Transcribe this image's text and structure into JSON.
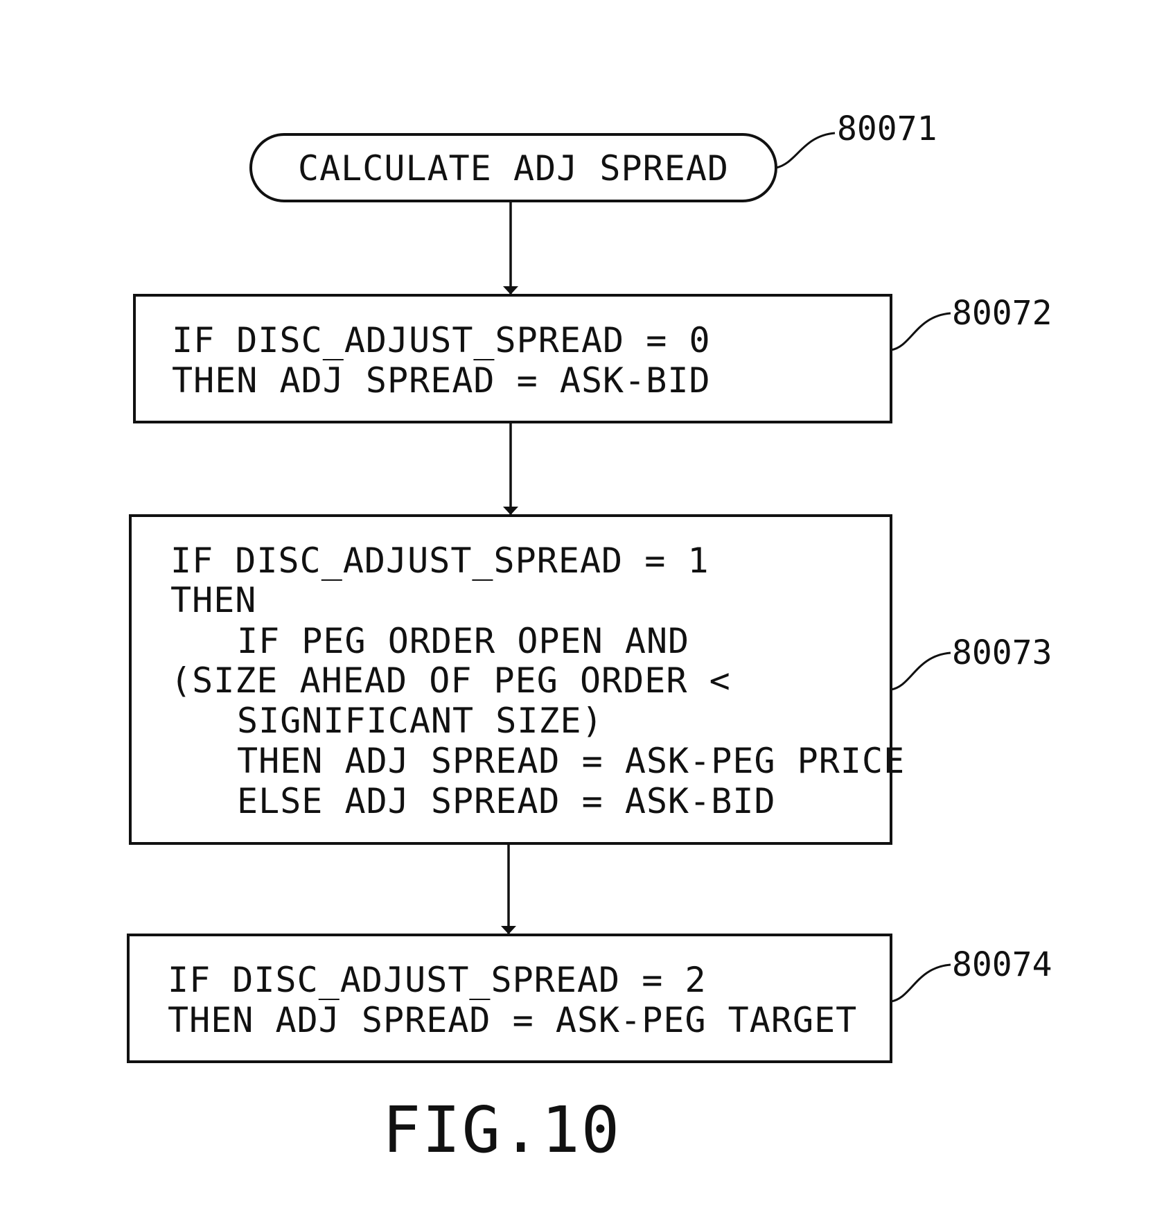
{
  "diagram": {
    "start_terminal": {
      "label": "CALCULATE ADJ SPREAD",
      "ref": "80071"
    },
    "steps": [
      {
        "ref": "80072",
        "lines": [
          "IF DISC_ADJUST_SPREAD = 0",
          "THEN ADJ SPREAD = ASK-BID"
        ]
      },
      {
        "ref": "80073",
        "lines": [
          "IF DISC_ADJUST_SPREAD = 1",
          "THEN",
          "IF PEG ORDER OPEN AND",
          "(SIZE AHEAD OF PEG ORDER <",
          "SIGNIFICANT SIZE)",
          "THEN ADJ SPREAD = ASK-PEG PRICE",
          "ELSE ADJ SPREAD = ASK-BID"
        ]
      },
      {
        "ref": "80074",
        "lines": [
          "IF DISC_ADJUST_SPREAD = 2",
          "THEN ADJ SPREAD = ASK-PEG TARGET"
        ]
      }
    ],
    "figure_label": "FIG.10"
  }
}
